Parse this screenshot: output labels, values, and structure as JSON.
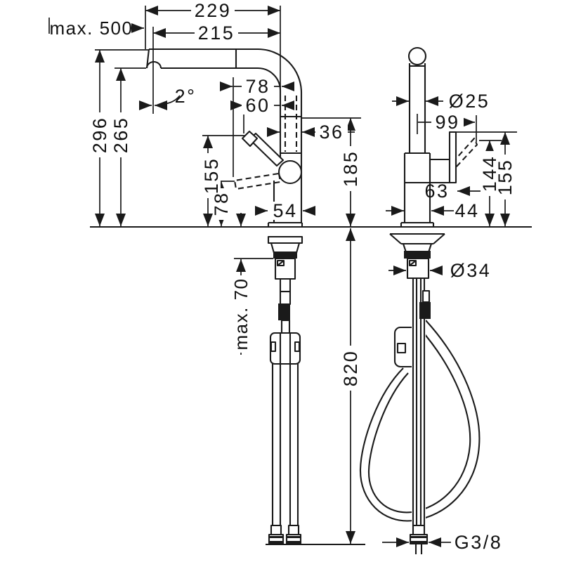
{
  "drawing": {
    "title": "Kitchen faucet technical dimension drawing, side view and front view with mounting dimensions",
    "colors": {
      "ink": "#1a1a1a",
      "background": "#ffffff"
    },
    "dims": {
      "reach_total": "229",
      "reach_spout": "215",
      "pullout_max": "max. 500",
      "height_top": "296",
      "height_outlet": "265",
      "spout_angle": "2°",
      "handle_open_proj": "78",
      "handle_closed_proj": "60",
      "head_width": "36",
      "clearance_under_spout": "185",
      "handle_height_side": "155",
      "handle_low_height": "78",
      "base_width_side": "54",
      "pipe_diameter": "Ø25",
      "handle_reach_front": "99",
      "handle_depth": "63",
      "handle_open_height": "144",
      "handle_height_front": "155",
      "base_width_front": "44",
      "shank_diameter": "Ø34",
      "deck_thickness_max": "max. 70",
      "hose_length_below": "820",
      "thread_size": "G3/8"
    }
  }
}
